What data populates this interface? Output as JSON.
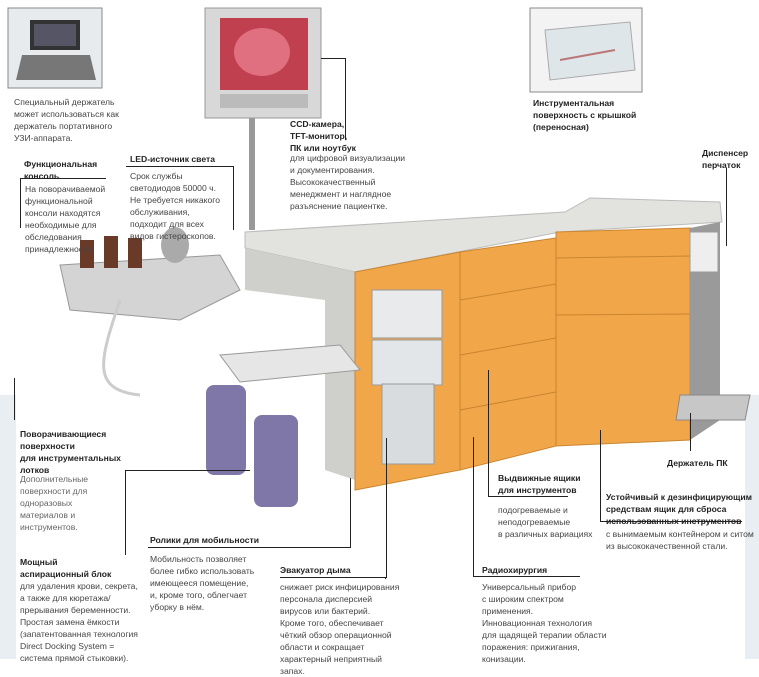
{
  "colors": {
    "cabinet_orange": "#f2a64a",
    "countertop": "#e2e2df",
    "frame": "#b9b9b9",
    "bottle": "#6a5f9a"
  },
  "callouts": {
    "ultrasound_holder": {
      "body": "Специальный держатель\nможет использоваться как\nдержатель портативного\nУЗИ-аппарата."
    },
    "ccd": {
      "title": "CCD-камера,\nTFT-монитор,\nПК или ноутбук",
      "body": "для цифровой визуализации\nи документирования.\nВысококачественный\nменеджмент и наглядное\nразъяснение пациентке."
    },
    "tray": {
      "title": "Инструментальная\nповерхность с крышкой\n(переносная)"
    },
    "gloves": {
      "title": "Диспенсер\nперчаток"
    },
    "console": {
      "title": "Функциональная\nконсоль",
      "body": "На поворачиваемой\nфункциональной\nконсоли находятся\nнеобходимые для\nобследования\nпринадлежности."
    },
    "led": {
      "title": "LED-источник света",
      "body": "Срок службы\nсветодиодов  50000 ч.\nНе требуется никакого\nобслуживания,\nподходит для всех\nвидов гистероскопов."
    },
    "swivel": {
      "title": "Поворачивающиеся\nповерхности\nдля инструментальных\nлотков",
      "body": "Дополнительные\nповерхности для\nодноразовых\nматериалов и\nинструментов."
    },
    "casters": {
      "title": "Ролики для мобильности",
      "body": "Мобильность позволяет\nболее гибко использовать\nимеющееся помещение,\nи, кроме того, облегчает\nуборку в нём."
    },
    "aspiration": {
      "title": "Мощный\nаспирационный блок",
      "body": "для удаления крови, секрета,\nа также для кюретажа/\nпрерывания беременности.\nПростая замена ёмкости\n(запатентованная технология\nDirect Docking System =\nсистема прямой стыковки)."
    },
    "smoke": {
      "title": "Эвакуатор дыма",
      "body": "снижает риск инфицирования\nперсонала дисперсией\nвирусов или бактерий.\nКроме того, обеспечивает\nчёткий обзор операционной\nобласти и сокращает\nхарактерный неприятный\nзапах."
    },
    "radio": {
      "title": "Радиохирургия",
      "body": "Универсальный прибор\nс широким спектром\nприменения.\nИнновационная технология\nдля щадящей терапии области\nпоражения: прижигания,\nконизации."
    },
    "drawers": {
      "title": "Выдвижные ящики\nдля инструментов",
      "body": "подогреваемые и\nнеподогреваемые\nв различных вариациях"
    },
    "pc_holder": {
      "title": "Держатель ПК"
    },
    "disposal": {
      "title": "Устойчивый к дезинфицирующим\nсредствам ящик для сброса\nиспользованных инструментов",
      "body": "с вынимаемым контейнером и ситом\nиз высококачественной стали."
    }
  }
}
